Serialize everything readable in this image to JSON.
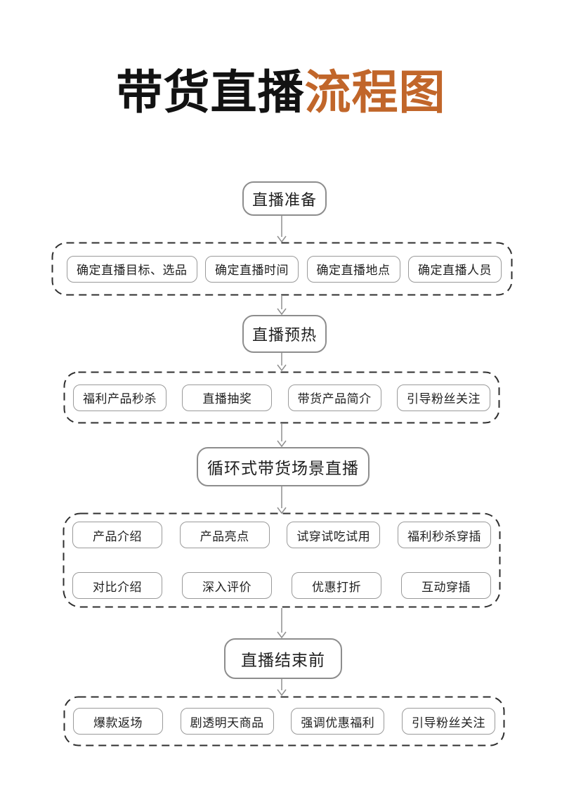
{
  "title": {
    "black": "带货直播",
    "orange": "流程图",
    "accent_color": "#c1662a"
  },
  "stages": [
    {
      "label": "直播准备"
    },
    {
      "label": "直播预热"
    },
    {
      "label": "循环式带货场景直播"
    },
    {
      "label": "直播结束前"
    }
  ],
  "groups": [
    {
      "rows": [
        [
          "确定直播目标、选品",
          "确定直播时间",
          "确定直播地点",
          "确定直播人员"
        ]
      ]
    },
    {
      "rows": [
        [
          "福利产品秒杀",
          "直播抽奖",
          "带货产品简介",
          "引导粉丝关注"
        ]
      ]
    },
    {
      "rows": [
        [
          "产品介绍",
          "产品亮点",
          "试穿试吃试用",
          "福利秒杀穿插"
        ],
        [
          "对比介绍",
          "深入评价",
          "优惠打折",
          "互动穿插"
        ]
      ]
    },
    {
      "rows": [
        [
          "爆款返场",
          "剧透明天商品",
          "强调优惠福利",
          "引导粉丝关注"
        ]
      ]
    }
  ]
}
